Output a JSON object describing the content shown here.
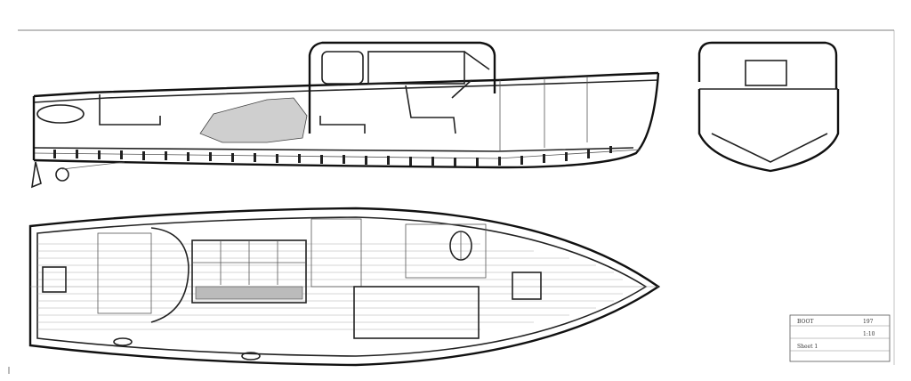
{
  "drawing": {
    "ink_color": "#222222",
    "paper_color": "#ffffff",
    "note_color": "#444444"
  },
  "title_block": {
    "line_1": "BOOT",
    "line_2": "197",
    "line_3": "1:10",
    "line_4": "Sheet 1"
  }
}
